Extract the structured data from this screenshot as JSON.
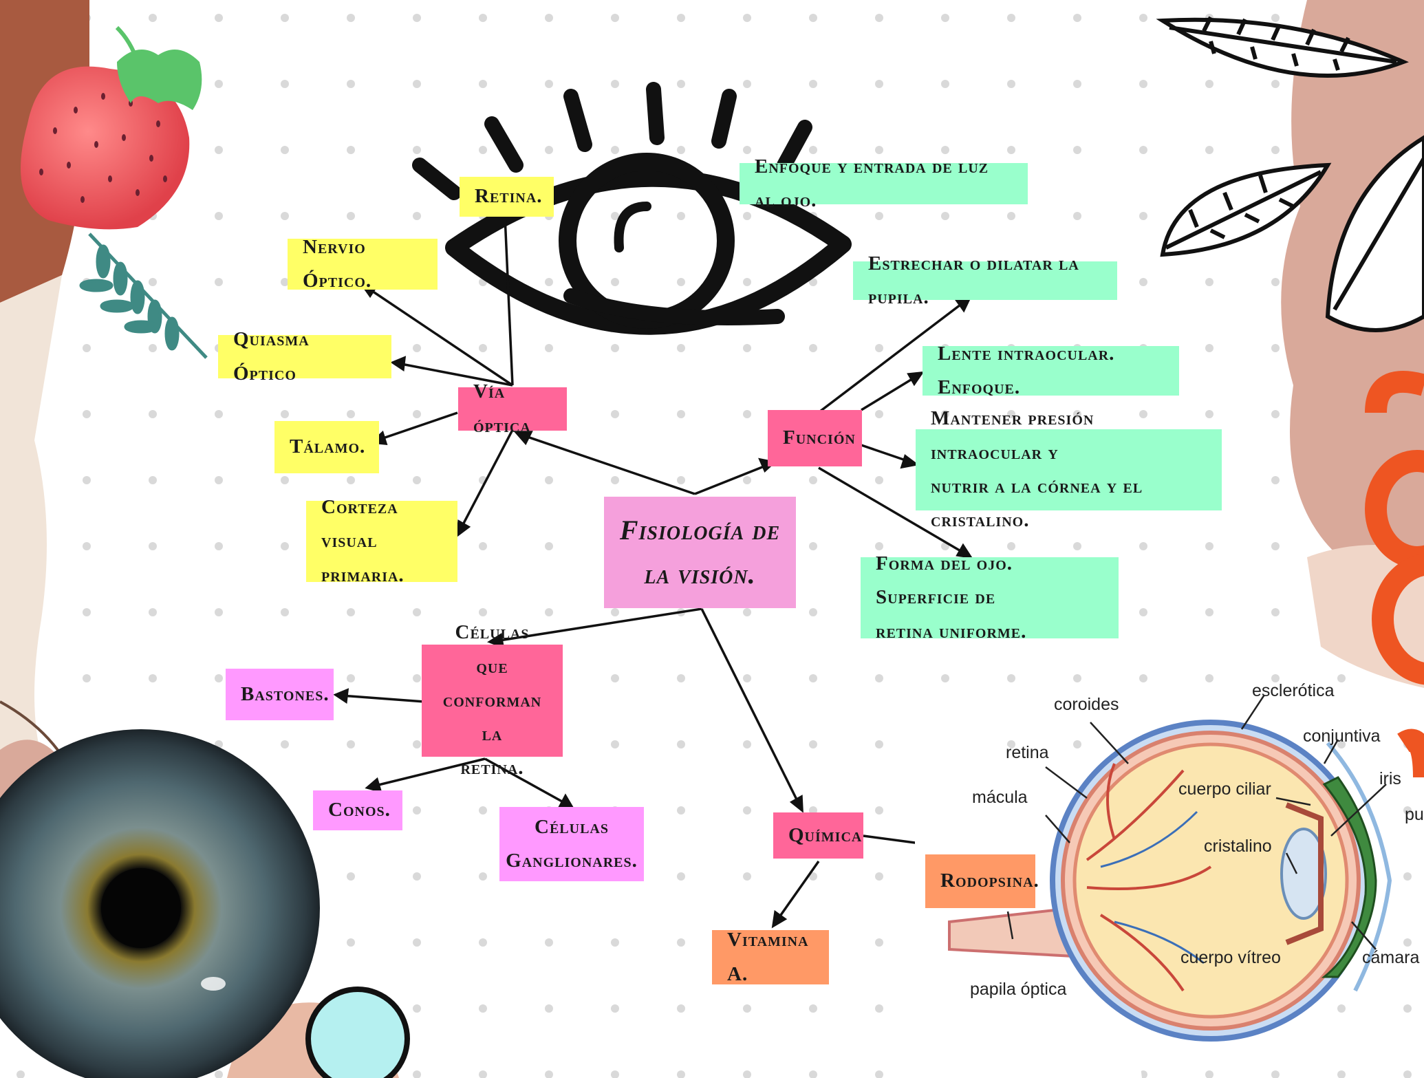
{
  "center": {
    "line1": "Fisiología de",
    "line2": "la visión."
  },
  "nodes": {
    "via_optica": "Vía óptica",
    "retina": "Retina.",
    "nervio_optico": "Nervio Óptico.",
    "quiasma_optico": "Quiasma Óptico",
    "talamo": "Tálamo.",
    "corteza_1": "Corteza visual",
    "corteza_2": "primaria.",
    "funcion": "Función",
    "enfoque_luz": "Enfoque y entrada de luz al ojo.",
    "pupila": "Estrechar o dilatar la pupila.",
    "lente": "Lente intraocular. Enfoque.",
    "presion_1": "Mantener presión intraocular y",
    "presion_2": "nutrir a la córnea y el cristalino.",
    "forma_1": "Forma del ojo. Superficie de",
    "forma_2": "retina uniforme.",
    "celulas_1": "Células que",
    "celulas_2": "conforman la",
    "celulas_3": "retina.",
    "bastones": "Bastones.",
    "conos": "Conos.",
    "ganglio_1": "Células",
    "ganglio_2": "Ganglionares.",
    "quimica": "Química",
    "rodopsina": "Rodopsina.",
    "vitamina": "Vitamina A."
  },
  "anatomy_labels": {
    "coroides": "coroides",
    "esclerotica": "esclerótica",
    "conjuntiva": "conjuntiva",
    "retina": "retina",
    "macula": "mácula",
    "cuerpo_ciliar": "cuerpo ciliar",
    "iris": "iris",
    "pupila": "pu",
    "cristalino": "cristalino",
    "cuerpo_vitreo": "cuerpo vítreo",
    "camara": "cámara",
    "papila_optica": "papila óptica"
  },
  "colors": {
    "yellow_box": "#ffff66",
    "green_box": "#99ffcc",
    "pink_box": "#ff6699",
    "center_box": "#f5a0dc",
    "magenta_box": "#ff99ff",
    "orange_box": "#ff9966",
    "dots": "#d9d9d9",
    "deco_brown": "#a85a40",
    "deco_beige": "#d9a99a",
    "deco_orange": "#ee5522"
  },
  "icons": [
    "eye-outline-icon",
    "strawberry-icon",
    "leaf-icon",
    "iris-photo",
    "eye-anatomy-illustration"
  ]
}
